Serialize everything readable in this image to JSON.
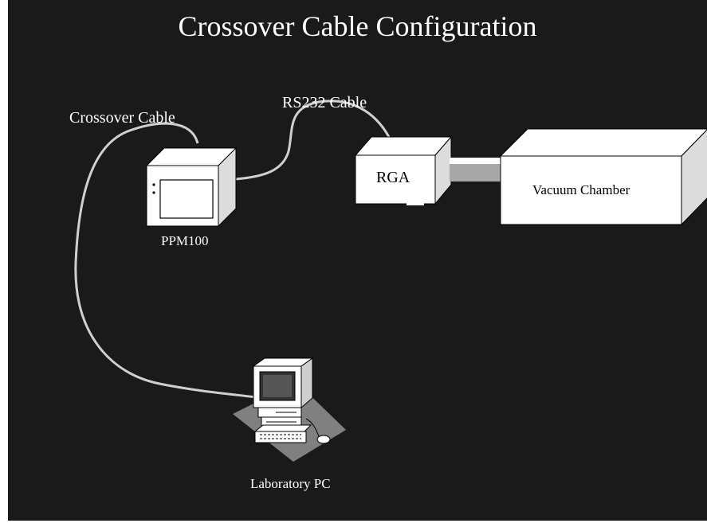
{
  "title": "Crossover Cable Configuration",
  "labels": {
    "crossover_cable": "Crossover Cable",
    "rs232_cable": "RS232 Cable",
    "ppm100": "PPM100",
    "rga": "RGA",
    "vacuum_chamber": "Vacuum Chamber",
    "laboratory_pc": "Laboratory PC"
  },
  "colors": {
    "background": "#1a1a1a",
    "box_face": "#ffffff",
    "box_side": "#dcdcdc",
    "cable": "#cfcfcf",
    "pc_shadow": "#808080"
  }
}
